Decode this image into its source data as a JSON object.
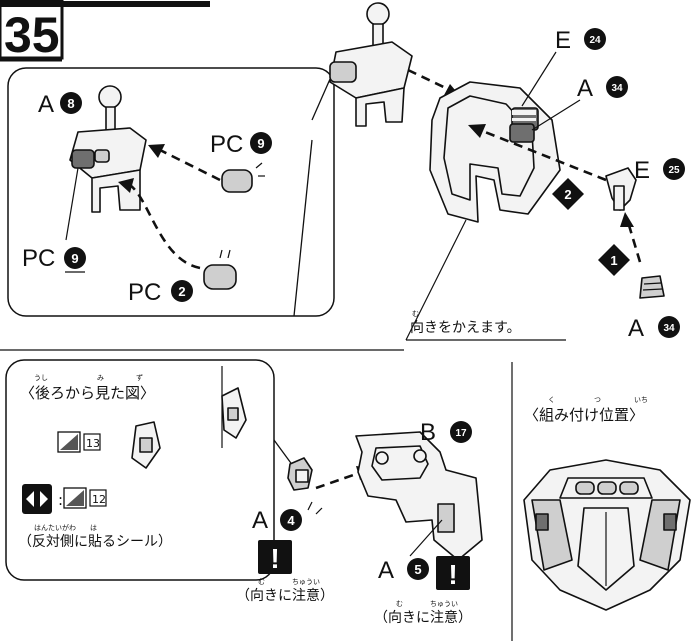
{
  "header": {
    "step_number": "35"
  },
  "top_panel": {
    "labels": {
      "a8": "A",
      "a8_num": "8",
      "pc9_right": "PC",
      "pc9_right_num": "9",
      "pc9_left": "PC",
      "pc9_left_num": "9",
      "pc2": "PC",
      "pc2_num": "2",
      "e24": "E",
      "e24_num": "24",
      "a34_top": "A",
      "a34_top_num": "34",
      "e25": "E",
      "e25_num": "25",
      "a34_bottom": "A",
      "a34_bottom_num": "34",
      "step1": "1",
      "step2": "2"
    },
    "note_turn": "向きをかえます。",
    "note_turn_ruby": "む"
  },
  "bottom_left": {
    "back_view_title": "〈後ろから見た図〉",
    "back_view_ruby_1": "うし",
    "back_view_ruby_2": "み",
    "back_view_ruby_3": "ず",
    "sticker_13": "13",
    "sticker_12": "12",
    "sticker_colon": ":",
    "reverse_side": "（反対側に貼るシール）",
    "reverse_ruby_1": "はんたいがわ",
    "reverse_ruby_2": "は",
    "a4": "A",
    "a4_num": "4",
    "a5": "A",
    "a5_num": "5",
    "b17": "B",
    "b17_num": "17",
    "caution_1": "（向きに注意）",
    "caution_2": "（向きに注意）",
    "caution_ruby_mu": "む",
    "caution_ruby_chuui": "ちゅうい",
    "warn_glyph": "!"
  },
  "bottom_right": {
    "position_title": "〈組み付け位置〉",
    "position_ruby_1": "く",
    "position_ruby_2": "つ",
    "position_ruby_3": "いち"
  }
}
